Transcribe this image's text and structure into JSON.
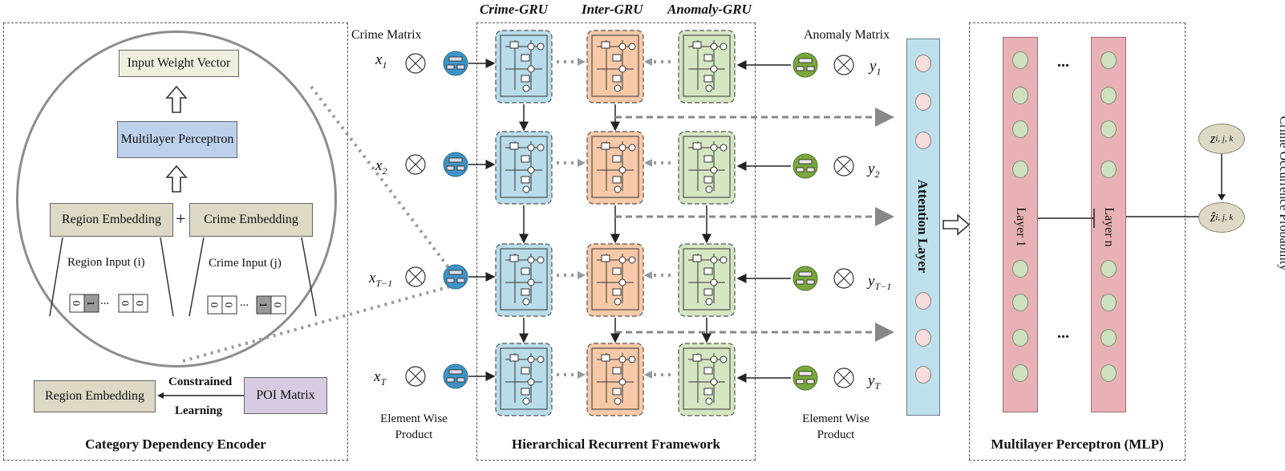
{
  "encoder": {
    "title": "Category Dependency Encoder",
    "input_weight_vector": "Input Weight Vector",
    "mlp": "Multilayer Perceptron",
    "region_embedding": "Region Embedding",
    "crime_embedding": "Crime Embedding",
    "plus": "+",
    "region_input": "Region Input (i)",
    "crime_input": "Crime Input (j)",
    "dots": "...",
    "region_embedding_bottom": "Region Embedding",
    "poi_matrix": "POI Matrix",
    "constrained": "Constrained",
    "learning": "Learning"
  },
  "framework": {
    "title": "Hierarchical Recurrent Framework",
    "col_crime": "Crime-GRU",
    "col_inter": "Inter-GRU",
    "col_anomaly": "Anomaly-GRU",
    "crime_matrix": "Crime Matrix",
    "anomaly_matrix": "Anomaly Matrix",
    "element_wise_left": "Element Wise Product",
    "element_wise_right": "Element Wise Product",
    "x_rows": [
      {
        "base": "x",
        "sub": "1"
      },
      {
        "base": "x",
        "sub": "2"
      },
      {
        "base": "x",
        "sub": "T−1"
      },
      {
        "base": "x",
        "sub": "T"
      }
    ],
    "y_rows": [
      {
        "base": "y",
        "sub": "1"
      },
      {
        "base": "y",
        "sub": "2"
      },
      {
        "base": "y",
        "sub": "T−1"
      },
      {
        "base": "y",
        "sub": "T"
      }
    ]
  },
  "attention": {
    "label": "Attention Layer"
  },
  "mlp_panel": {
    "title": "Multilayer Perceptron (MLP)",
    "layer1": "Layer 1",
    "layern": "Layer n",
    "dots_top": "...",
    "dots_bottom": "..."
  },
  "output": {
    "z": "z",
    "z_sub": "i, j, k",
    "zhat": "ẑ",
    "zhat_sub": "i, j, k",
    "prob_label": "Crime Occurrence Probability"
  },
  "colors": {
    "crime_cell": "#b8dcea",
    "inter_cell": "#f7c9a8",
    "anomaly_cell": "#d5e6c2",
    "attention": "#bde0ec",
    "mlp_bar": "#e8b1b5",
    "encoder_box": "#eef0dd",
    "mlp_box": "#bcd0ea",
    "region_box": "#ddd9c4",
    "poi_box": "#d7cbe2"
  }
}
